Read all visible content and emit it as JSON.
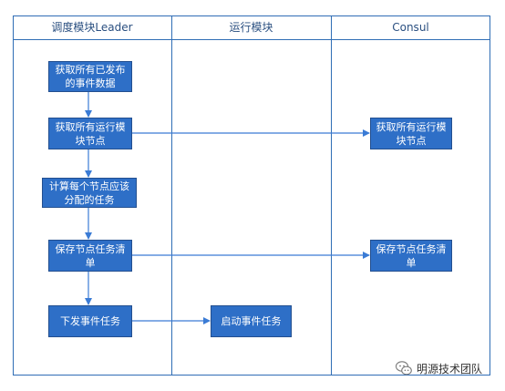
{
  "lanes": [
    {
      "title": "调度模块Leader"
    },
    {
      "title": "运行模块"
    },
    {
      "title": "Consul"
    }
  ],
  "nodes": {
    "fetch_published_events": "获取所有已发布的事件数据",
    "fetch_running_nodes": "获取所有运行模块节点",
    "compute_node_tasks": "计算每个节点应该分配的任务",
    "save_node_task_list": "保存节点任务清单",
    "dispatch_event_tasks": "下发事件任务",
    "start_event_tasks": "启动事件任务",
    "consul_fetch_running_nodes": "获取所有运行模块节点",
    "consul_save_node_task_list": "保存节点任务清单"
  },
  "watermark": {
    "text": "明源技术团队",
    "icon": "wechat-logo-icon"
  },
  "colors": {
    "lane_border": "#2f6db5",
    "node_fill": "#2e6fc7",
    "node_text": "#ffffff",
    "edge": "#3a7bd5"
  }
}
